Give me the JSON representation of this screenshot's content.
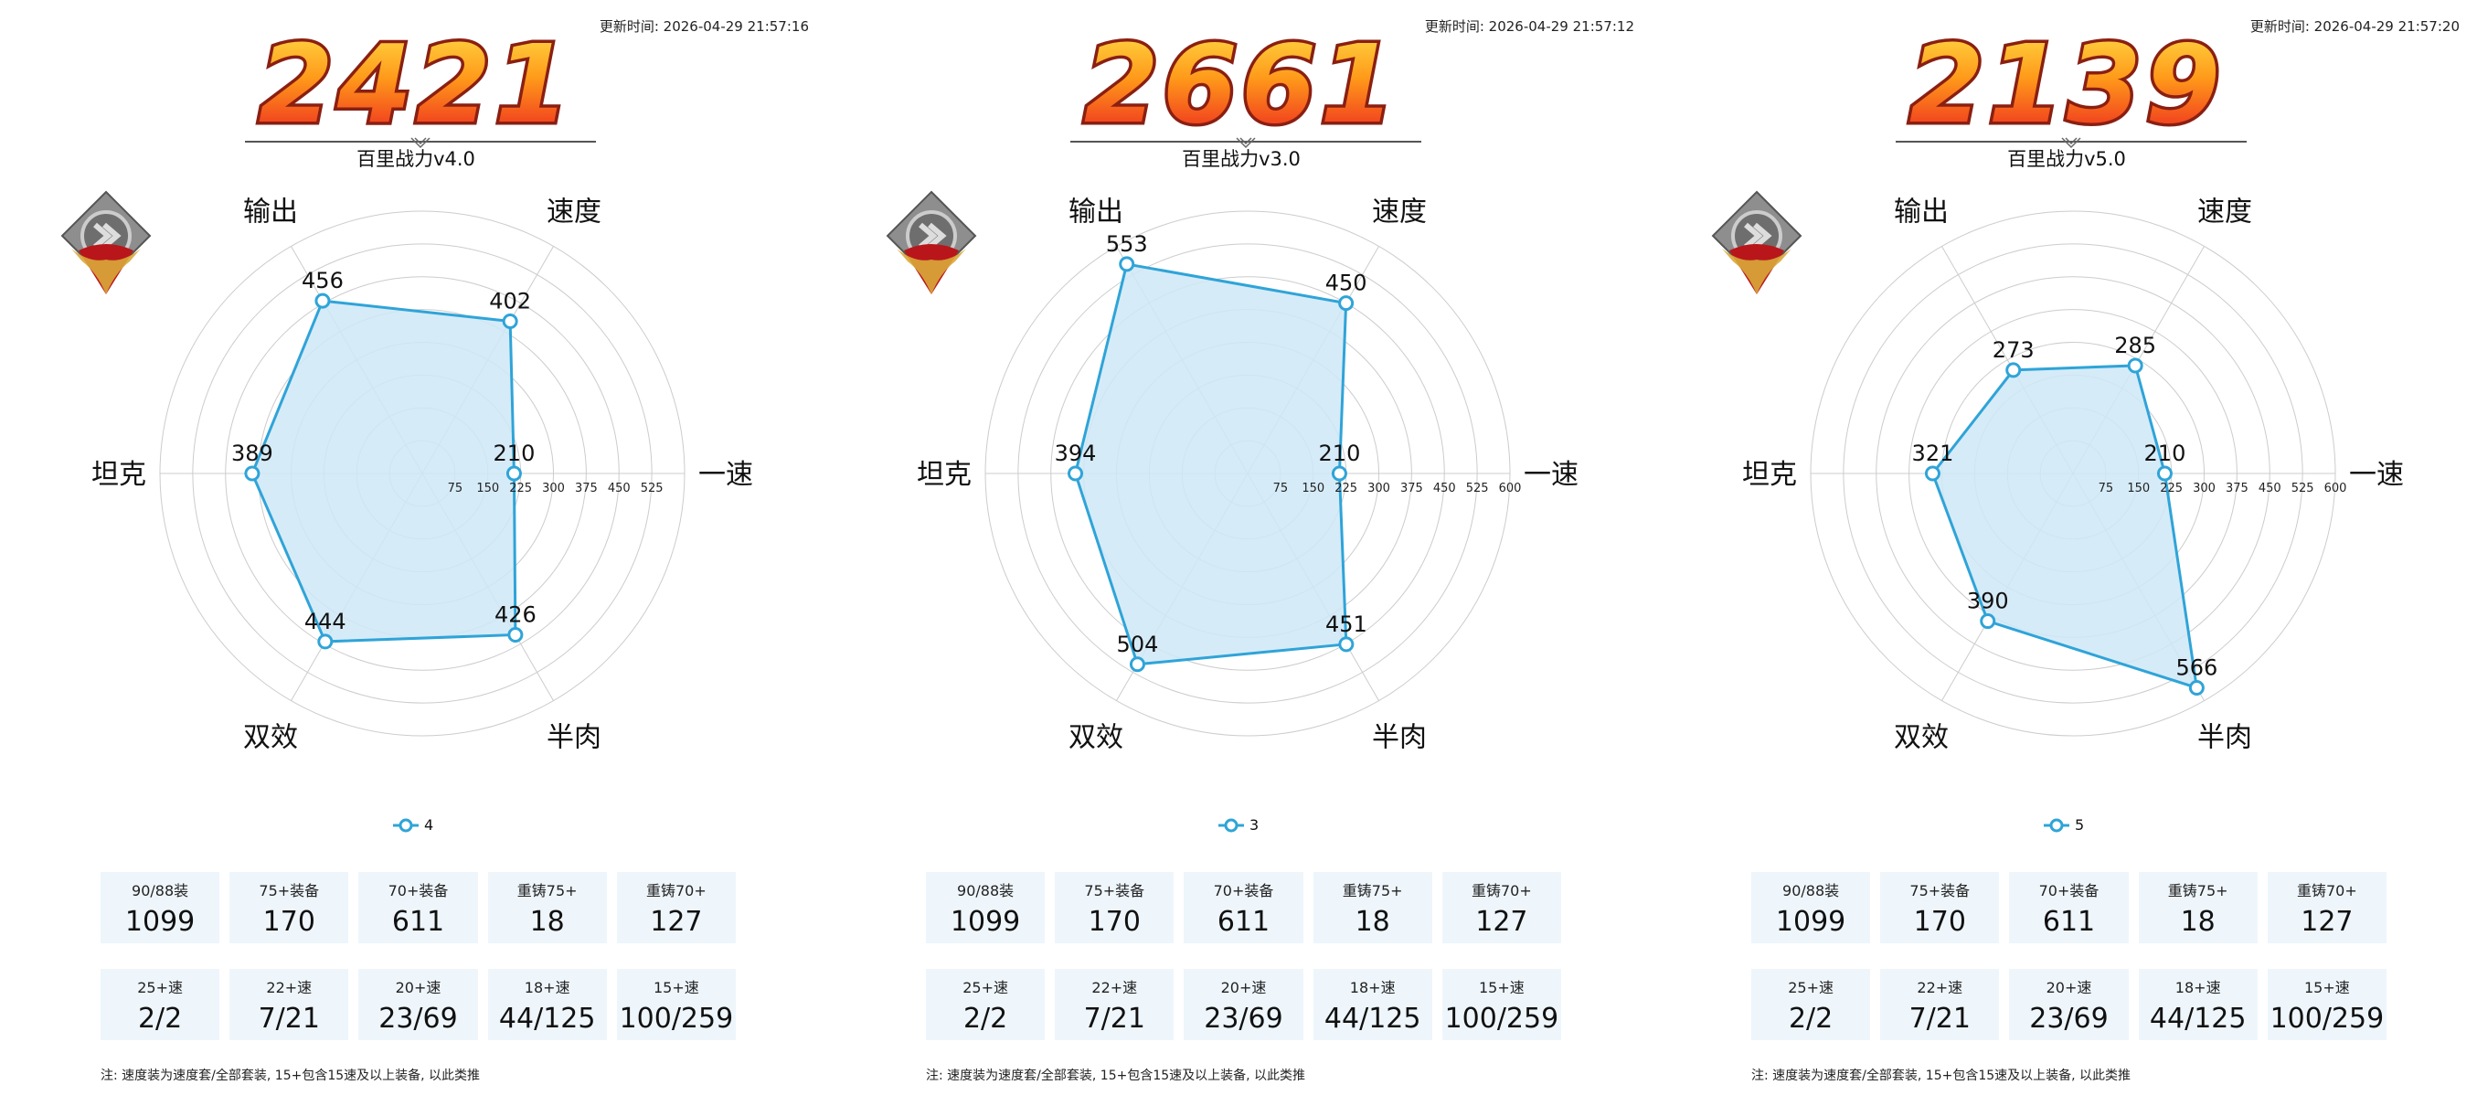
{
  "colors": {
    "accent": "#2fa4d8",
    "fill": "#cfe8f7",
    "grid": "#cccccc",
    "box_bg": "#eef6fc"
  },
  "axes": [
    "一速",
    "速度",
    "输出",
    "坦克",
    "双效",
    "半肉"
  ],
  "panels": [
    {
      "timestamp": "更新时间: 2026-04-29 21:57:16",
      "score": "2421",
      "subtitle": "百里战力v4.0",
      "legend": "4",
      "ticks": [
        "75",
        "150",
        "225",
        "300",
        "375",
        "450",
        "525"
      ],
      "chart_data": {
        "type": "radar",
        "max": 600,
        "values": [
          210,
          402,
          456,
          389,
          444,
          426
        ]
      }
    },
    {
      "timestamp": "更新时间: 2026-04-29 21:57:12",
      "score": "2661",
      "subtitle": "百里战力v3.0",
      "legend": "3",
      "ticks": [
        "75",
        "150",
        "225",
        "300",
        "375",
        "450",
        "525",
        "600"
      ],
      "chart_data": {
        "type": "radar",
        "max": 600,
        "values": [
          210,
          450,
          553,
          394,
          504,
          451
        ]
      }
    },
    {
      "timestamp": "更新时间: 2026-04-29 21:57:20",
      "score": "2139",
      "subtitle": "百里战力v5.0",
      "legend": "5",
      "ticks": [
        "75",
        "150",
        "225",
        "300",
        "375",
        "450",
        "525",
        "600"
      ],
      "chart_data": {
        "type": "radar",
        "max": 600,
        "values": [
          210,
          285,
          273,
          321,
          390,
          566
        ]
      }
    }
  ],
  "stats_row1": [
    {
      "label": "90/88装",
      "value": "1099"
    },
    {
      "label": "75+装备",
      "value": "170"
    },
    {
      "label": "70+装备",
      "value": "611"
    },
    {
      "label": "重铸75+",
      "value": "18"
    },
    {
      "label": "重铸70+",
      "value": "127"
    }
  ],
  "stats_row2": [
    {
      "label": "25+速",
      "value": "2/2"
    },
    {
      "label": "22+速",
      "value": "7/21"
    },
    {
      "label": "20+速",
      "value": "23/69"
    },
    {
      "label": "18+速",
      "value": "44/125"
    },
    {
      "label": "15+速",
      "value": "100/259"
    }
  ],
  "note": "注: 速度装为速度套/全部套装, 15+包含15速及以上装备, 以此类推"
}
